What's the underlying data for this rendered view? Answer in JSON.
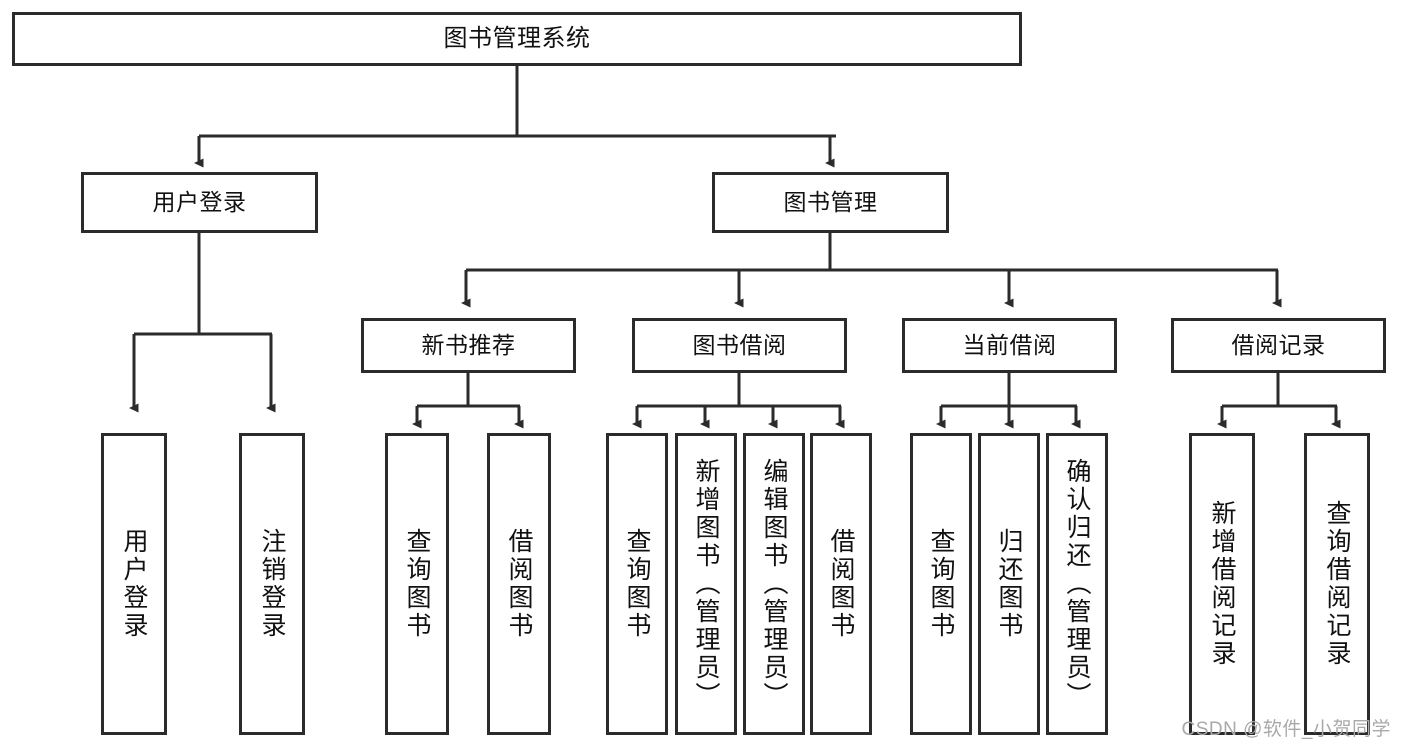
{
  "diagram": {
    "type": "tree-hierarchy",
    "title": "图书管理系统",
    "watermark": "CSDN @软件_小贺同学",
    "colors": {
      "box_stroke": "#2b2b2b",
      "box_fill": "#ffffff",
      "edge": "#2b2b2b",
      "background": "#ffffff",
      "watermark": "#a9a9a9"
    },
    "nodes": {
      "root": {
        "label": "图书管理系统"
      },
      "level1": [
        {
          "id": "user-login",
          "label": "用户登录"
        },
        {
          "id": "book-manage",
          "label": "图书管理"
        }
      ],
      "level2": [
        {
          "id": "new-book-rec",
          "label": "新书推荐"
        },
        {
          "id": "book-borrow",
          "label": "图书借阅"
        },
        {
          "id": "current-borrow",
          "label": "当前借阅"
        },
        {
          "id": "borrow-record",
          "label": "借阅记录"
        }
      ],
      "leaves": {
        "user-login": [
          {
            "id": "leaf-user-login",
            "label": "用户登录"
          },
          {
            "id": "leaf-logout",
            "label": "注销登录"
          }
        ],
        "new-book-rec": [
          {
            "id": "leaf-query-book-1",
            "label": "查询图书"
          },
          {
            "id": "leaf-borrow-book-1",
            "label": "借阅图书"
          }
        ],
        "book-borrow": [
          {
            "id": "leaf-query-book-2",
            "label": "查询图书"
          },
          {
            "id": "leaf-add-book",
            "label": "新增图书（管理员）"
          },
          {
            "id": "leaf-edit-book",
            "label": "编辑图书（管理员）"
          },
          {
            "id": "leaf-borrow-book-2",
            "label": "借阅图书"
          }
        ],
        "current-borrow": [
          {
            "id": "leaf-query-book-3",
            "label": "查询图书"
          },
          {
            "id": "leaf-return-book",
            "label": "归还图书"
          },
          {
            "id": "leaf-confirm-return",
            "label": "确认归还（管理员）"
          }
        ],
        "borrow-record": [
          {
            "id": "leaf-add-record",
            "label": "新增借阅记录"
          },
          {
            "id": "leaf-query-record",
            "label": "查询借阅记录"
          }
        ]
      }
    }
  }
}
